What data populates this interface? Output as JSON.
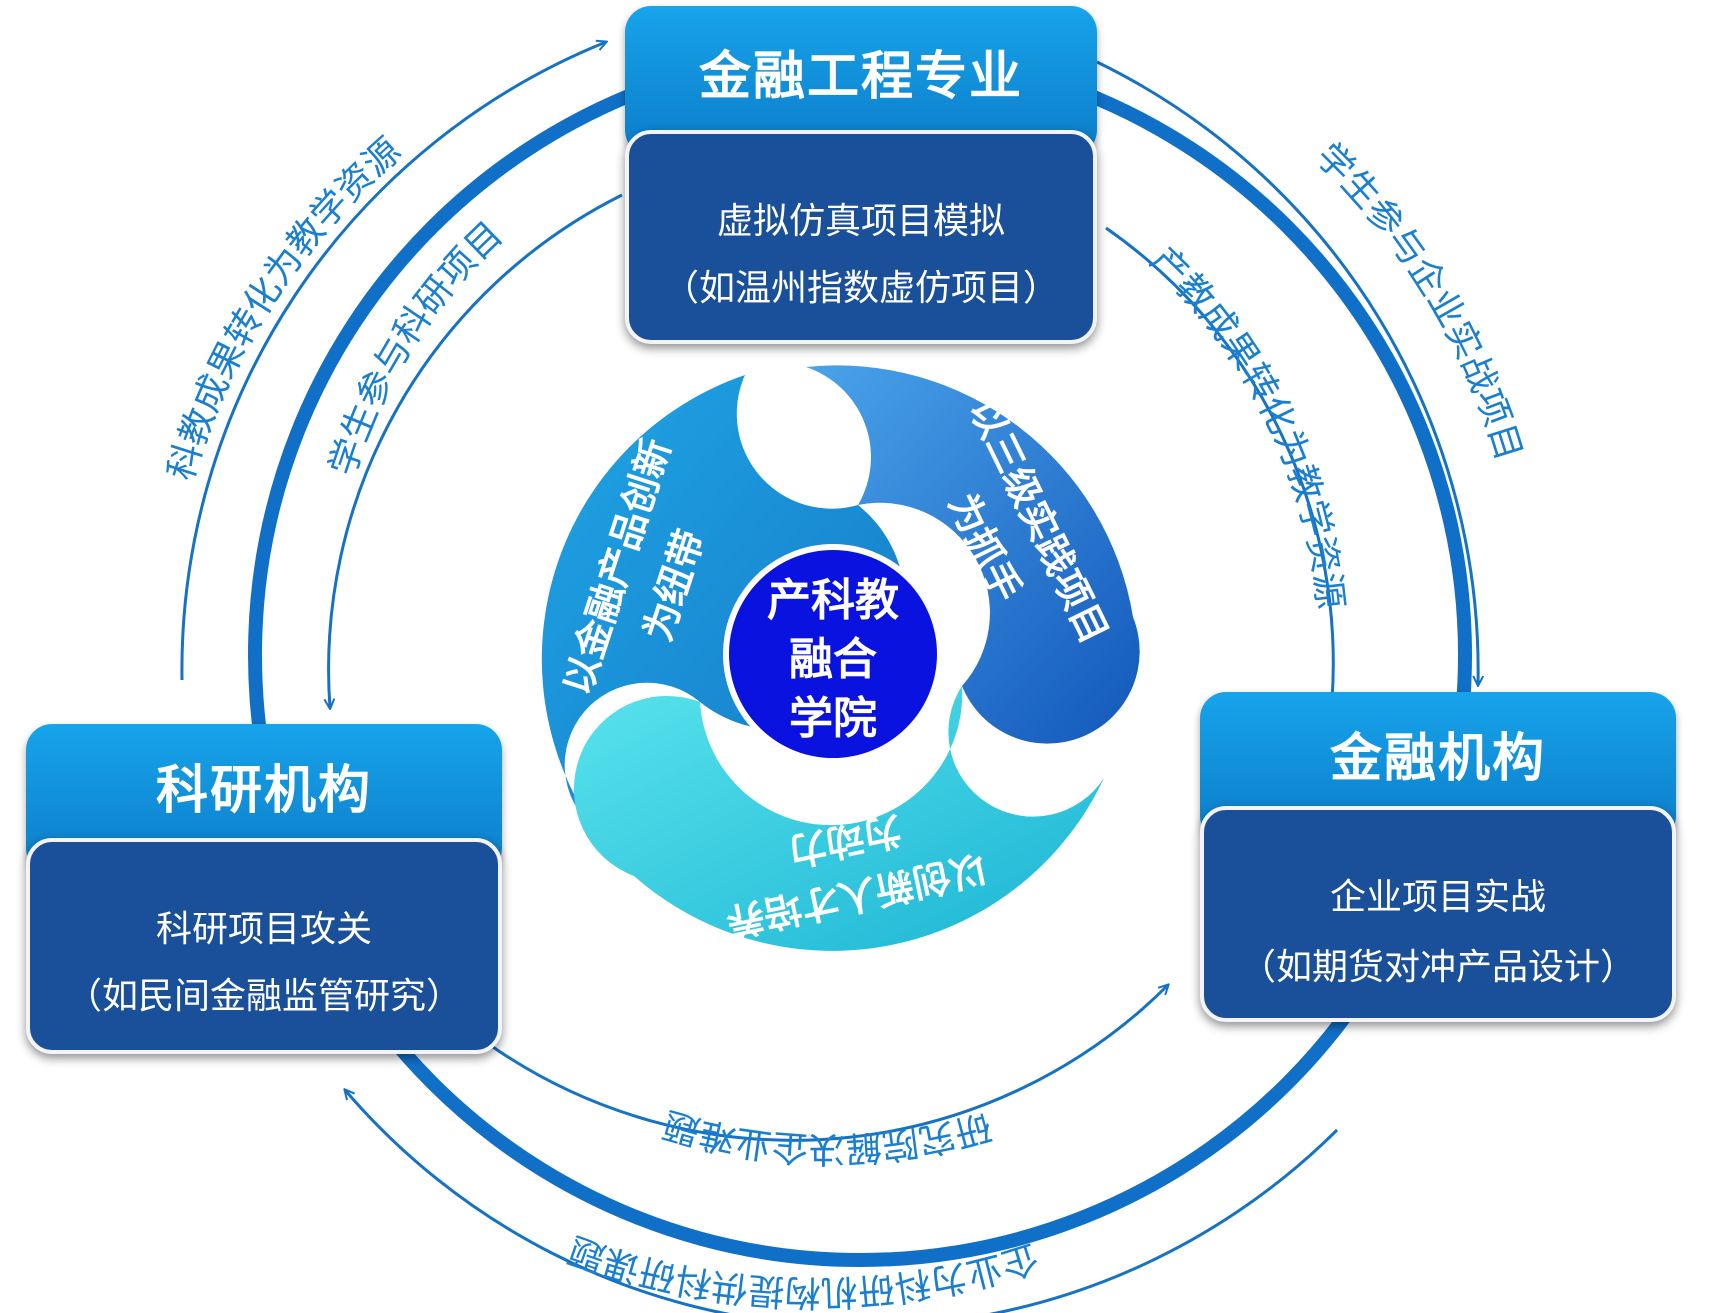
{
  "center": {
    "lines": [
      "产科教",
      "融合",
      "学院"
    ]
  },
  "segments": {
    "financial_product": {
      "lines": [
        "以金融产品创新",
        "为纽带"
      ]
    },
    "practice_projects": {
      "lines": [
        "以三级实践项目",
        "为抓手"
      ]
    },
    "talent_cultivation": {
      "lines": [
        "以创新人才培养",
        "为动力"
      ]
    }
  },
  "nodes": {
    "major": {
      "title": "金融工程专业",
      "lines": [
        "虚拟仿真项目模拟",
        "（如温州指数虚仿项目）"
      ]
    },
    "research": {
      "title": "科研机构",
      "lines": [
        "科研项目攻关",
        "（如民间金融监管研究）"
      ]
    },
    "finance": {
      "title": "金融机构",
      "lines": [
        "企业项目实战",
        "（如期货对冲产品设计）"
      ]
    }
  },
  "flows": {
    "left_outer": "科教成果转化为教学资源",
    "left_inner": "学生参与科研项目",
    "right_outer": "学生参与企业实战项目",
    "right_inner": "产教成果转化为教学资源",
    "bottom_inner": "研究院解决企业难题",
    "bottom_outer": "企业为科研机构提供科研课题"
  },
  "colors": {
    "ring": "#1070c8",
    "arrow": "#1672c4",
    "flow_text": "#1b7fd0",
    "head": "#0e8fdc",
    "body": "#1a4f99",
    "center": "#0a12e0",
    "segment_left": "#1d8fd6",
    "segment_right": "#1a6bc8",
    "segment_bottom": "#2fc9dc"
  }
}
